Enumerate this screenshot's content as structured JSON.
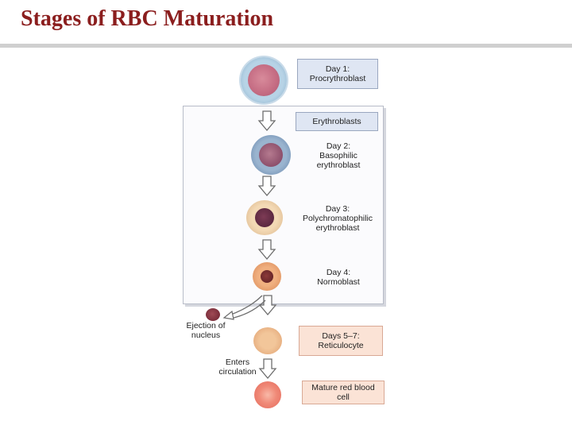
{
  "slide": {
    "title": "Stages of RBC Maturation"
  },
  "stages": {
    "day1": "Day 1:\nProcrythroblast",
    "erythroblasts": "Erythroblasts",
    "day2": "Day 2:\nBasophilic\nerythroblast",
    "day3": "Day 3:\nPolychromatophilic\nerythroblast",
    "day4": "Day 4:\nNormoblast",
    "reticulocyte": "Days 5–7:\nReticulocyte",
    "mature": "Mature red blood\ncell"
  },
  "annotations": {
    "ejection": "Ejection of\nnucleus",
    "enters": "Enters\ncirculation"
  },
  "colors": {
    "title": "#8b1e1e",
    "blue_box": "#dfe6f3",
    "peach_box": "#fbe3d6"
  }
}
